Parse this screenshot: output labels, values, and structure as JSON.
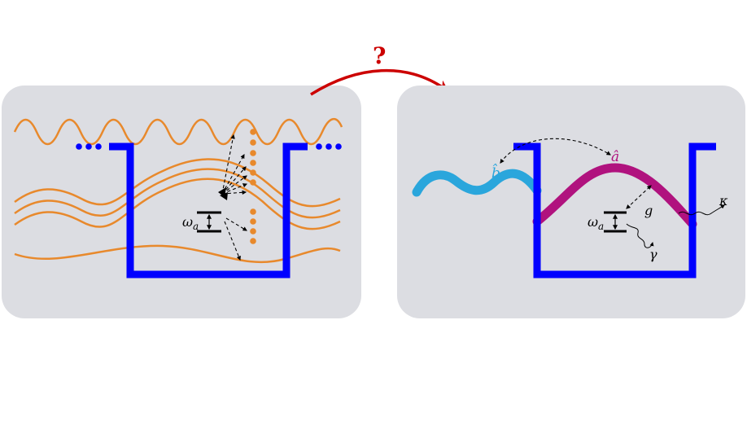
{
  "labels": {
    "question": "?",
    "omega_left": "ωa",
    "omega_right": "ωa",
    "b_hat": "b̂",
    "a_hat": "â",
    "g": "g",
    "gamma": "γ",
    "kappa": "κ"
  },
  "colors": {
    "panel_bg": "#dcdde2",
    "mirror": "#0000ff",
    "mode": "#e8892c",
    "arrow": "#cc0000",
    "b_mode": "#2aa6dc",
    "a_mode": "#b0127e",
    "ink": "#000000"
  }
}
